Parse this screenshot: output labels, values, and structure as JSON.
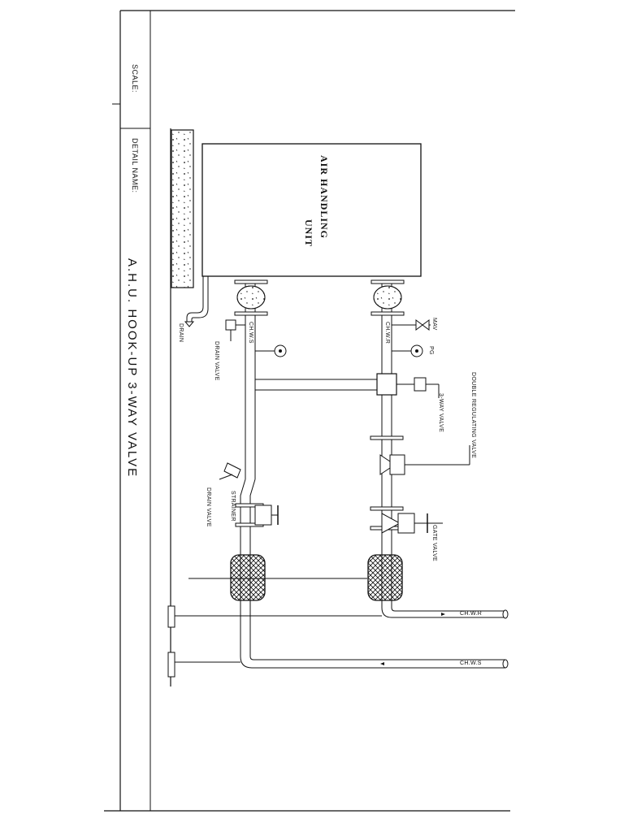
{
  "title_block": {
    "scale_label": "SCALE:",
    "detail_name_label": "DETAIL NAME:",
    "detail_title": "A.H.U. HOOK-UP 3-WAY VALVE"
  },
  "diagram": {
    "ahu_label_line1": "AIR HANDLING",
    "ahu_label_line2": "UNIT",
    "labels": {
      "drain": "DRAIN",
      "drain_valve_top": "DRAIN VALVE",
      "chws_vertical": "CH.W.S",
      "chwr_vertical": "CH.W.R",
      "mav": "MAV",
      "pg": "PG",
      "three_way_valve": "3-WAY VALVE",
      "double_regulating_valve": "DOUBLE REGULATING VALVE",
      "strainer": "STRAINER",
      "drain_valve_bottom": "DRAIN VALVE",
      "gate_valve": "GATE VALVE",
      "chwr_horizontal": "CH.W.R",
      "chws_horizontal": "CH.W.S"
    }
  },
  "colors": {
    "line": "#111111",
    "background": "#ffffff"
  },
  "icons": [
    "flexible-connector-icon",
    "pressure-gauge-icon",
    "gate-valve-icon",
    "strainer-icon",
    "three-way-valve-icon",
    "double-regulating-valve-icon",
    "insulation-hatch-icon",
    "pipe-support-icon"
  ]
}
